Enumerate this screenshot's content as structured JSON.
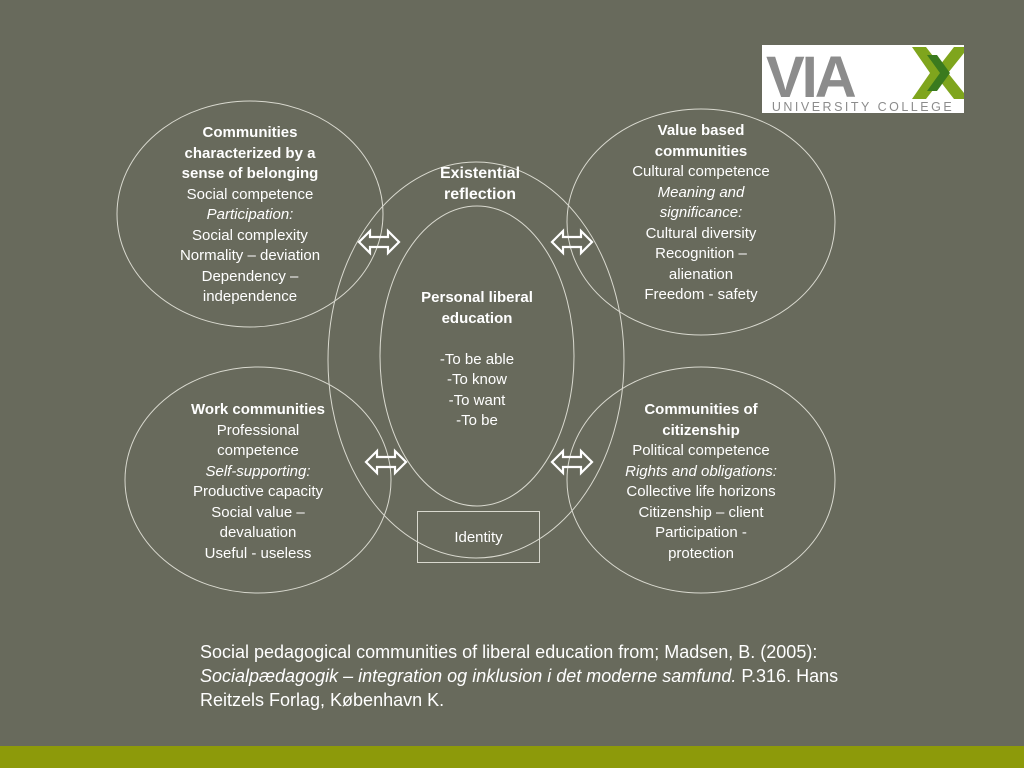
{
  "logo": {
    "letters": "VIA",
    "subtitle": "UNIVERSITY COLLEGE",
    "colors": {
      "grey": "#8c8c8c",
      "green": "#7fa51d",
      "dark_green": "#3a7a1e"
    }
  },
  "center": {
    "outer_title_1": "Existential",
    "outer_title_2": "reflection",
    "inner_title_1": "Personal liberal",
    "inner_title_2": "education",
    "items": [
      "-To be able",
      "-To know",
      "-To want",
      "-To be"
    ],
    "identity": "Identity"
  },
  "top_left": {
    "lines": [
      {
        "text": "Communities",
        "style": "b"
      },
      {
        "text": "characterized by a",
        "style": "b"
      },
      {
        "text": "sense of belonging",
        "style": "b"
      },
      {
        "text": "Social competence",
        "style": ""
      },
      {
        "text": "Participation:",
        "style": "i"
      },
      {
        "text": "Social complexity",
        "style": ""
      },
      {
        "text": "Normality – deviation",
        "style": ""
      },
      {
        "text": "Dependency –",
        "style": ""
      },
      {
        "text": "independence",
        "style": ""
      }
    ]
  },
  "top_right": {
    "lines": [
      {
        "text": "Value based",
        "style": "b"
      },
      {
        "text": "communities",
        "style": "b"
      },
      {
        "text": "Cultural competence",
        "style": ""
      },
      {
        "text": "Meaning and",
        "style": "i"
      },
      {
        "text": "significance:",
        "style": "i"
      },
      {
        "text": "Cultural diversity",
        "style": ""
      },
      {
        "text": "Recognition –",
        "style": ""
      },
      {
        "text": "alienation",
        "style": ""
      },
      {
        "text": "Freedom - safety",
        "style": ""
      }
    ]
  },
  "bottom_left": {
    "lines": [
      {
        "text": "Work communities",
        "style": "b"
      },
      {
        "text": "Professional",
        "style": ""
      },
      {
        "text": "competence",
        "style": ""
      },
      {
        "text": "Self-supporting:",
        "style": "i"
      },
      {
        "text": "Productive capacity",
        "style": ""
      },
      {
        "text": "Social value –",
        "style": ""
      },
      {
        "text": "devaluation",
        "style": ""
      },
      {
        "text": "Useful - useless",
        "style": ""
      }
    ]
  },
  "bottom_right": {
    "lines": [
      {
        "text": "Communities of",
        "style": "b"
      },
      {
        "text": "citizenship",
        "style": "b"
      },
      {
        "text": "Political competence",
        "style": ""
      },
      {
        "text": "Rights and obligations:",
        "style": "i"
      },
      {
        "text": "Collective life horizons",
        "style": ""
      },
      {
        "text": "Citizenship – client",
        "style": ""
      },
      {
        "text": "Participation -",
        "style": ""
      },
      {
        "text": "protection",
        "style": ""
      }
    ]
  },
  "caption": {
    "part1": "Social pedagogical communities of liberal education from; Madsen, B. (2005): ",
    "title": "Socialpædagogik – integration og inklusion i det moderne samfund.",
    "part2": " P.316. Hans Reitzels Forlag, København K."
  },
  "colors": {
    "background": "#686a5c",
    "stroke": "#d9d9cf",
    "bar": "#8d9a0a"
  }
}
